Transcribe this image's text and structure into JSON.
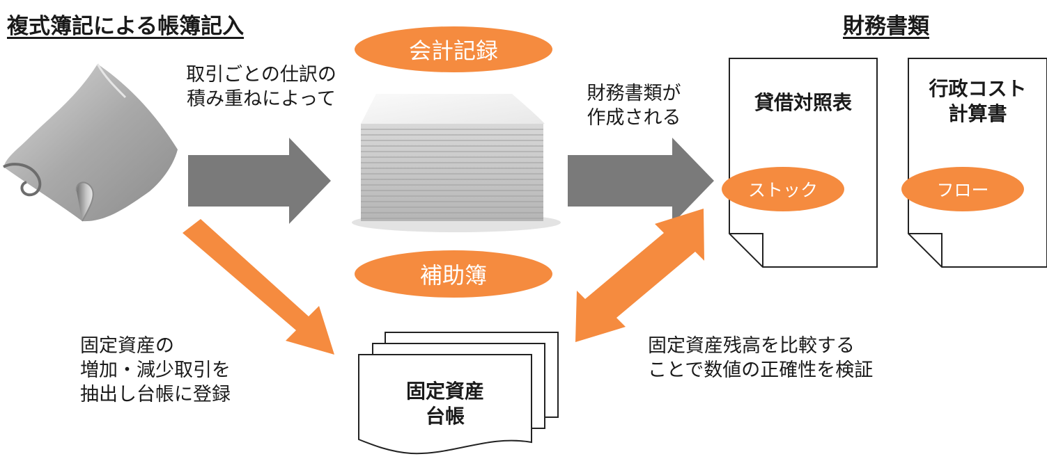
{
  "headings": {
    "left": "複式簿記による帳簿記入",
    "right": "財務書類"
  },
  "pills": {
    "accounting_record": "会計記録",
    "subsidiary_book": "補助簿",
    "stock": "ストック",
    "flow": "フロー"
  },
  "captions": {
    "journal_line1": "取引ごとの仕訳の",
    "journal_line2": "積み重ねによって",
    "fs_line1": "財務書類が",
    "fs_line2": "作成される",
    "asset_line1": "固定資産の",
    "asset_line2": "増加・減少取引を",
    "asset_line3": "抽出し台帳に登録",
    "verify_line1": "固定資産残高を比較する",
    "verify_line2": "ことで数値の正確性を検証"
  },
  "documents": {
    "balance_sheet": "貸借対照表",
    "cost_statement_line1": "行政コスト",
    "cost_statement_line2": "計算書",
    "ledger_line1": "固定資産",
    "ledger_line2": "台帳"
  },
  "colors": {
    "accent_orange": "#f58b3f",
    "arrow_gray": "#7a7a7a"
  }
}
